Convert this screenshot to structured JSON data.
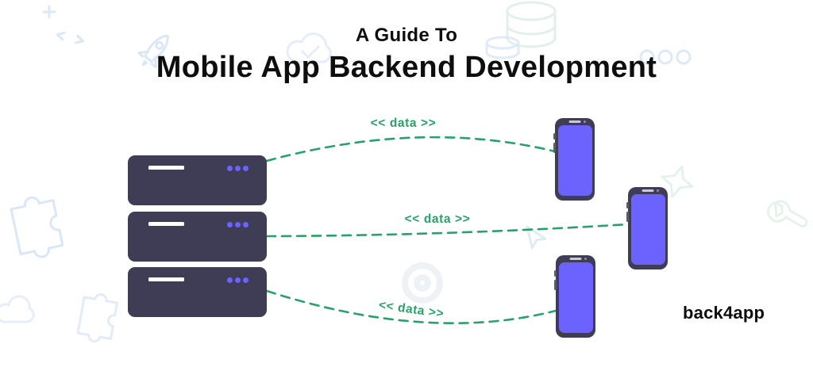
{
  "title": {
    "line1": "A Guide To",
    "line2": "Mobile App Backend Development"
  },
  "connections": [
    {
      "label": "<< data >>"
    },
    {
      "label": "<< data >>"
    },
    {
      "label": "<< data >>"
    }
  ],
  "brand": {
    "name": "back4app"
  },
  "servers": {
    "count": 3
  },
  "phones": {
    "count": 3
  },
  "colors": {
    "title_text": "#0e0e0e",
    "server_body": "#3f3d56",
    "server_slot": "#ffffff",
    "accent_purple": "#6c63ff",
    "phone_frame": "#3f3d56",
    "accent_green": "#2aa06a",
    "brand_text": "#0e0e0e",
    "bg_icon_blue": "#dbe7f7",
    "bg_icon_green": "#def0e7"
  },
  "background_icons": [
    "plus-icon",
    "code-brackets-icon",
    "rocket-icon",
    "cloud-check-icon",
    "database-icon",
    "coins-icon",
    "three-rings-icon",
    "puzzle-icon",
    "puzzle-icon-2",
    "cloud-icon",
    "star-icon",
    "wrench-icon",
    "gear-icon",
    "cursor-icon"
  ]
}
